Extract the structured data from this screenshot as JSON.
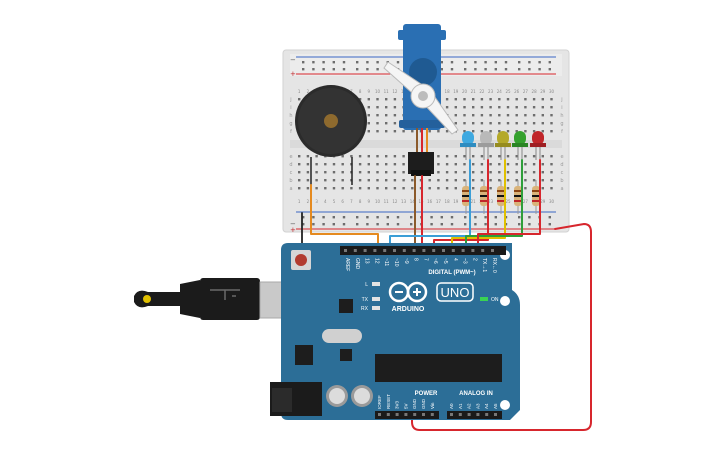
{
  "board": {
    "brand": "ARDUINO",
    "model": "UNO",
    "digital_header": "DIGITAL (PWM~)",
    "power_label": "POWER",
    "analog_label": "ANALOG IN",
    "on_label": "ON",
    "led_l": "L",
    "led_tx": "TX",
    "led_rx": "RX",
    "digital_pins": [
      "AREF",
      "GND",
      "13",
      "12",
      "~11",
      "~10",
      "~9",
      "8",
      "7",
      "~6",
      "~5",
      "4",
      "~3",
      "2",
      "TX→1",
      "RX←0"
    ],
    "power_pins": [
      "IOREF",
      "RESET",
      "3V3",
      "5V",
      "GND",
      "GND",
      "Vin"
    ],
    "analog_pins": [
      "A0",
      "A1",
      "A2",
      "A3",
      "A4",
      "A5"
    ]
  },
  "breadboard": {
    "row_letters_top": [
      "j",
      "i",
      "h",
      "g",
      "f"
    ],
    "row_letters_bottom": [
      "e",
      "d",
      "c",
      "b",
      "a"
    ],
    "column_numbers": [
      "1",
      "2",
      "3",
      "4",
      "5",
      "6",
      "7",
      "8",
      "9",
      "10",
      "11",
      "12",
      "13",
      "14",
      "15",
      "16",
      "17",
      "18",
      "19",
      "20",
      "21",
      "22",
      "23",
      "24",
      "25",
      "26",
      "27",
      "28",
      "29",
      "30"
    ],
    "rail_plus": "+",
    "rail_minus": "−"
  },
  "components": {
    "leds": [
      {
        "id": "blue",
        "color": "#3fa9e0"
      },
      {
        "id": "white",
        "color": "#b9b9b9"
      },
      {
        "id": "yellow",
        "color": "#b4a92a"
      },
      {
        "id": "green",
        "color": "#35a12e"
      },
      {
        "id": "red",
        "color": "#c0262a"
      }
    ]
  },
  "colors": {
    "board": "#2c6e97",
    "breadboard": "#e6e6e6",
    "servo": "#2a6fb3",
    "wire_red": "#d7262d",
    "wire_orange": "#e58a1f",
    "wire_blue": "#3b9ed6",
    "wire_yellow": "#e0c000",
    "wire_green": "#2e9e3a",
    "wire_brown": "#8b5a2b",
    "wire_black": "#222222"
  }
}
